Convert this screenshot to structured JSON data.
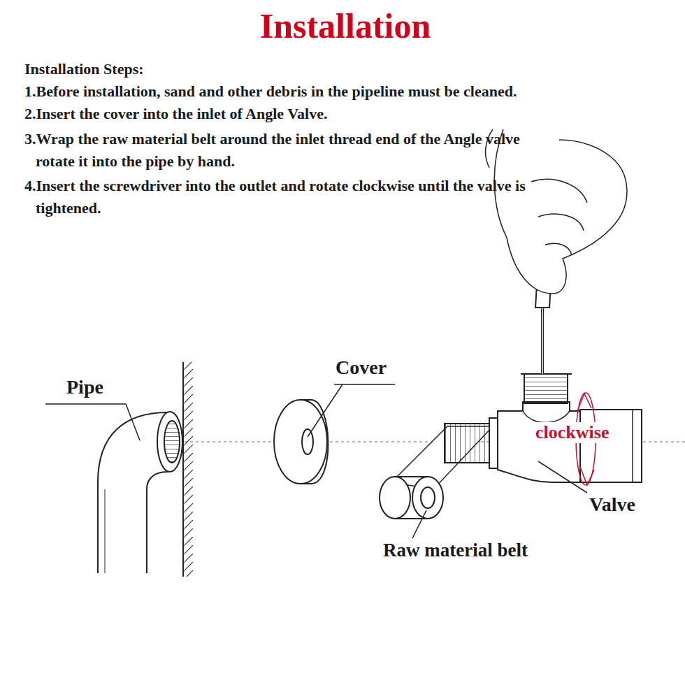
{
  "diagram": {
    "title": "Installation",
    "labels": [
      "Installation Steps:",
      "1.Before installation, sand and other debris in the pipeline must be cleaned.",
      "2.Insert the cover into the inlet of Angle Valve.",
      "3.Wrap the raw material belt around the inlet thread end of the Angle valve rotate it into the pipe by hand.",
      "4.Insert the screwdriver into the outlet and rotate clockwise until the valve is tightened.",
      "Pipe",
      "Cover",
      "clockwise",
      "Valve",
      "Raw material belt"
    ]
  }
}
